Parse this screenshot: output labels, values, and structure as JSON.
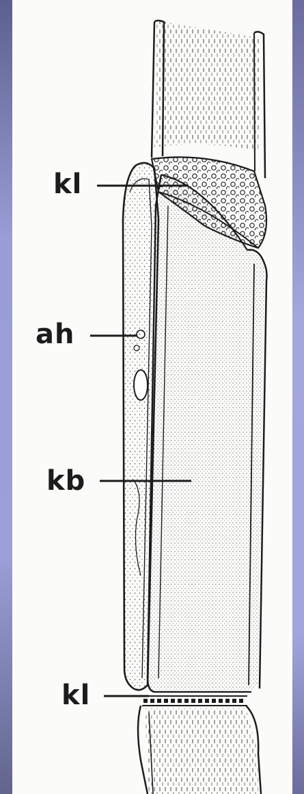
{
  "labels": {
    "kl_top": "kl",
    "ah": "ah",
    "kb": "kb",
    "kl_bottom": "kl"
  },
  "colors": {
    "background": "#b0b3e6",
    "paper": "#fbfbfa",
    "ink": "#1c1c1c"
  }
}
